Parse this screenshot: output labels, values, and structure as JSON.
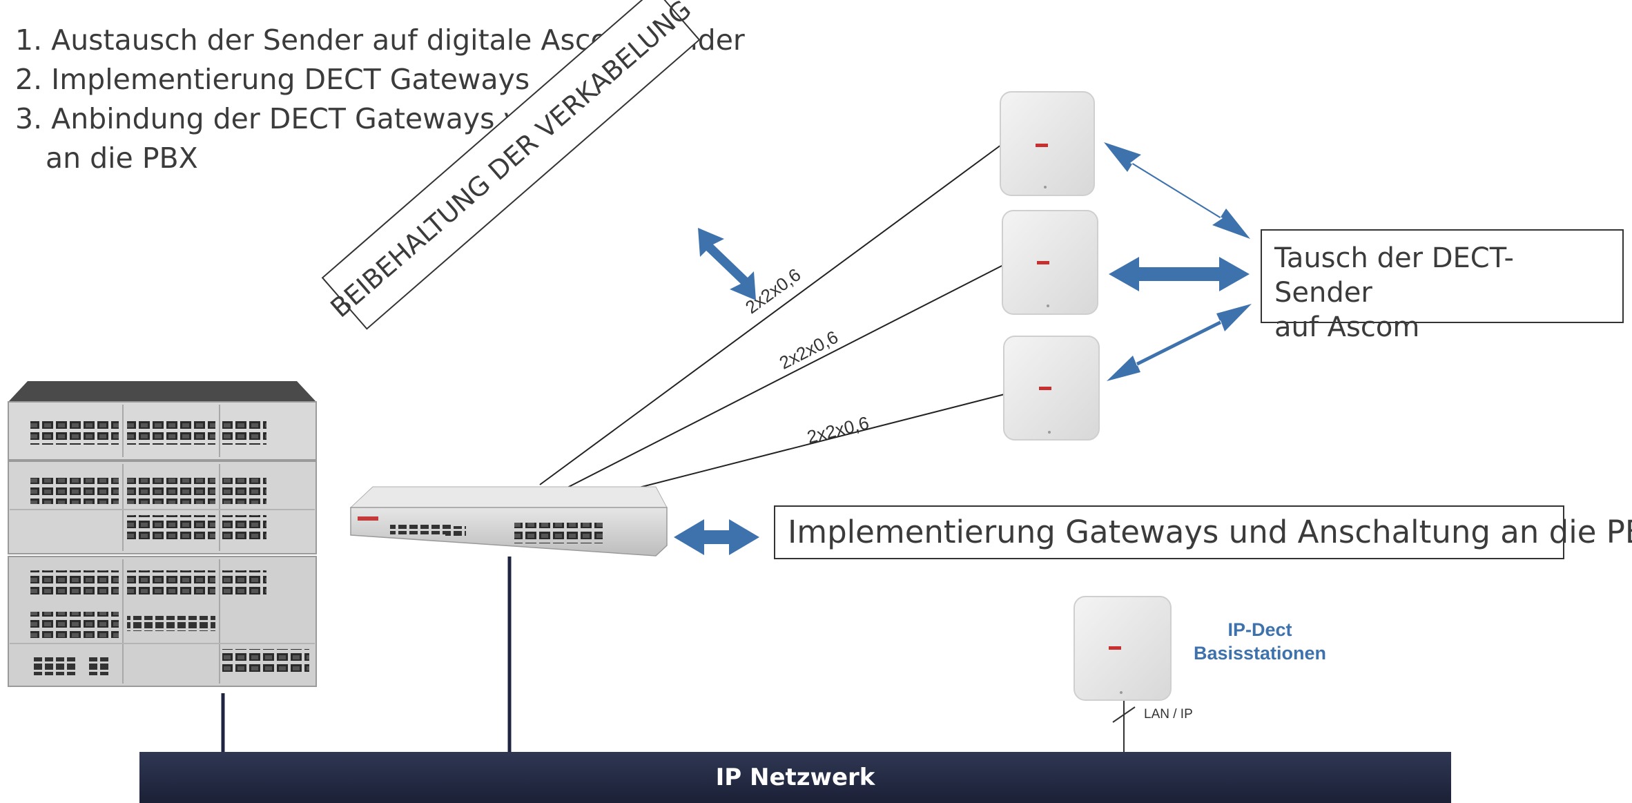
{
  "steps": [
    "1. Austausch der Sender auf digitale Ascom Sender",
    "2. Implementierung DECT Gateways",
    "3. Anbindung der DECT Gateways via SIP",
    "an die PBX"
  ],
  "rotated_box": {
    "text": "BEIBEHALTUNG DER VERKABELUNG"
  },
  "cables": [
    {
      "label": "2x2x0,6"
    },
    {
      "label": "2x2x0,6"
    },
    {
      "label": "2x2x0,6"
    }
  ],
  "callouts": {
    "dect_sender": [
      "Tausch der DECT-Sender",
      "auf Ascom"
    ],
    "gateways": "Implementierung Gateways und Anschaltung an die PBX"
  },
  "ip_dect": {
    "label_line1": "IP-Dect",
    "label_line2": "Basisstationen",
    "lan": "LAN / IP"
  },
  "network": {
    "label": "IP Netzwerk"
  },
  "colors": {
    "arrow": "#3e72ad",
    "network_bar": "#232a42",
    "text": "#3b3b3b",
    "ip_dect_label": "#3e72ad"
  },
  "icons": [
    "pbx-cabinet-icon",
    "network-switch-icon",
    "dect-base-station-icon",
    "double-arrow-icon"
  ]
}
